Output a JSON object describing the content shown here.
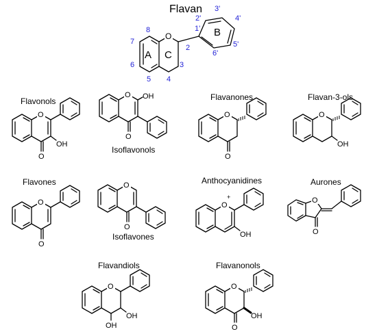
{
  "main": {
    "title": "Flavan",
    "ring_labels": [
      "A",
      "C",
      "B"
    ],
    "position_numbers": [
      "2",
      "3",
      "4",
      "5",
      "6",
      "7",
      "8",
      "1'",
      "2'",
      "3'",
      "4'",
      "5'",
      "6'"
    ]
  },
  "classes": [
    {
      "name": "Flavonols"
    },
    {
      "name": "Isoflavonols"
    },
    {
      "name": "Flavanones"
    },
    {
      "name": "Flavan-3-ols"
    },
    {
      "name": "Flavones"
    },
    {
      "name": "Isoflavones"
    },
    {
      "name": "Anthocyanidines"
    },
    {
      "name": "Aurones"
    },
    {
      "name": "Flavandiols"
    },
    {
      "name": "Flavanonols"
    }
  ],
  "atoms": {
    "O": "O",
    "OH": "OH",
    "O_plus": "O",
    "charge": "+"
  },
  "colors": {
    "bond": "#000000",
    "numbers": "#1f1fd6"
  }
}
